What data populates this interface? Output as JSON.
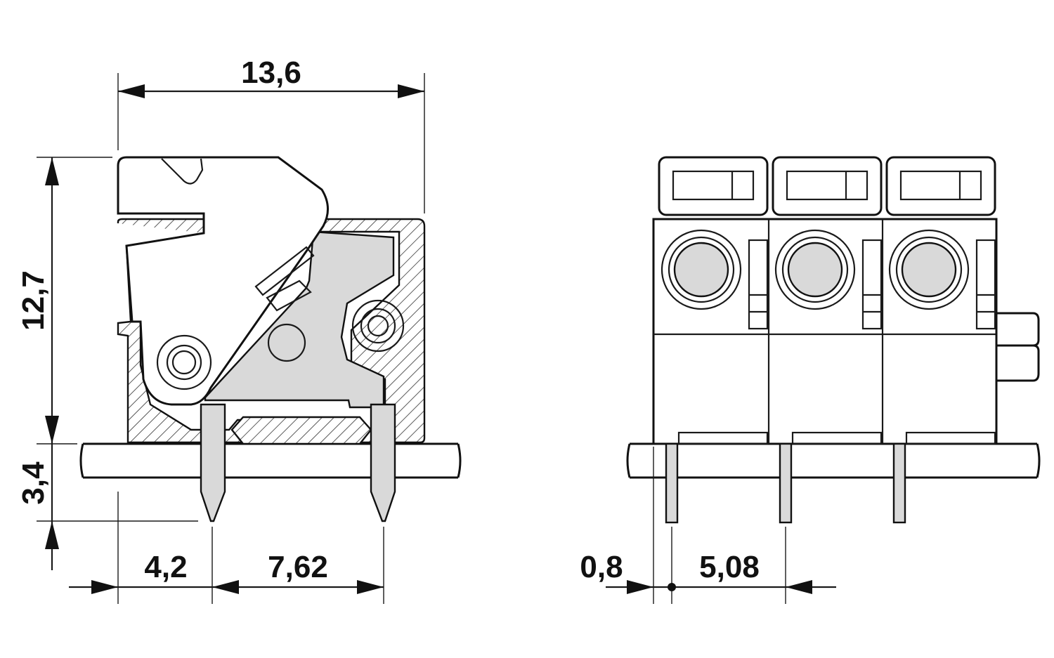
{
  "dimensions": {
    "overall_width": "13,6",
    "body_height": "12,7",
    "pin_length": "3,4",
    "pin_offset": "4,2",
    "pin_spacing": "7,62",
    "pin_thickness": "0,8",
    "pitch": "5,08"
  },
  "colors": {
    "outline": "#111111",
    "contact_fill": "#d9d9d9",
    "background": "#ffffff"
  },
  "side_view": {
    "pin_count": 2
  },
  "front_view": {
    "pole_count": 3
  }
}
